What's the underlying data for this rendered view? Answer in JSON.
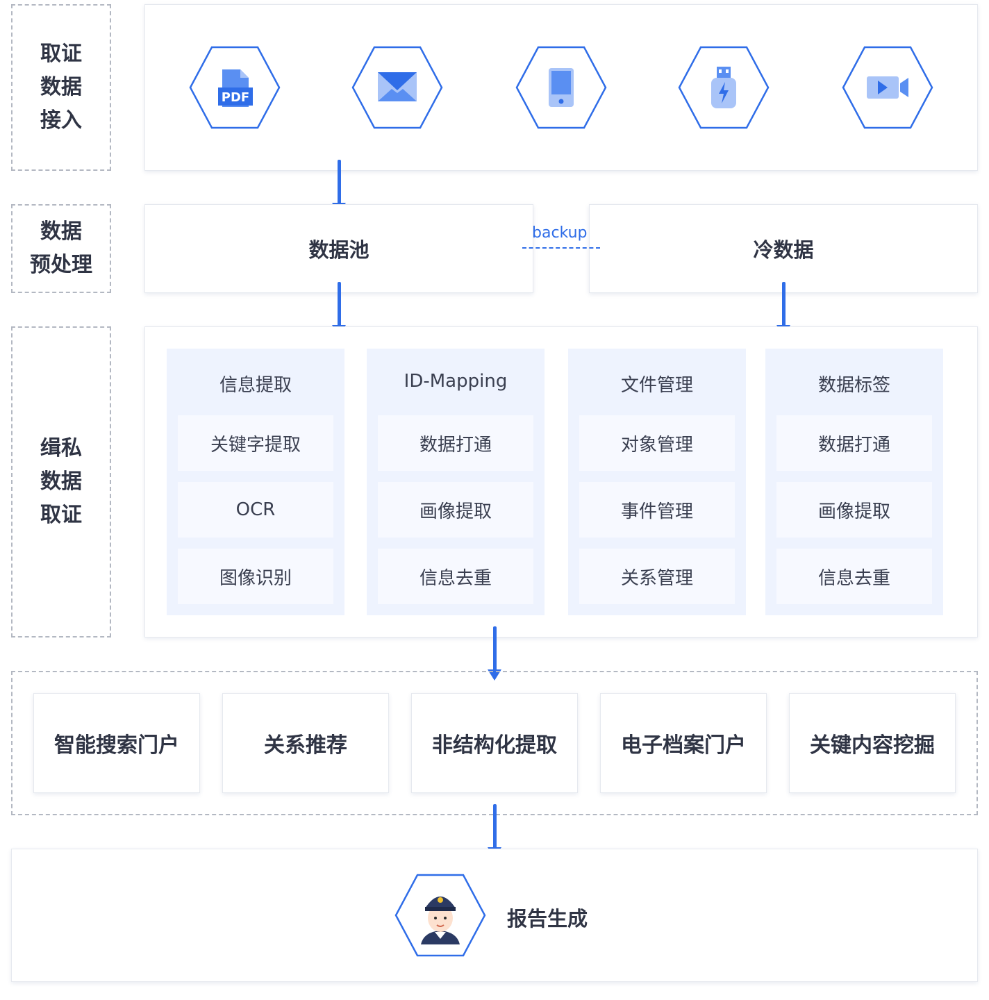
{
  "stages": {
    "ingest": "取证\n数据\n接入",
    "preprocess": "数据\n预处理",
    "forensics": "缉私\n数据\n取证"
  },
  "sources": {
    "pdf_label": "PDF",
    "icons": [
      "pdf-file-icon",
      "mail-icon",
      "phone-icon",
      "usb-drive-icon",
      "video-camera-icon"
    ]
  },
  "pool": {
    "data_pool": "数据池",
    "backup": "backup",
    "cold_data": "冷数据"
  },
  "modules": [
    {
      "title": "信息提取",
      "items": [
        "关键字提取",
        "OCR",
        "图像识别"
      ]
    },
    {
      "title": "ID-Mapping",
      "items": [
        "数据打通",
        "画像提取",
        "信息去重"
      ]
    },
    {
      "title": "文件管理",
      "items": [
        "对象管理",
        "事件管理",
        "关系管理"
      ]
    },
    {
      "title": "数据标签",
      "items": [
        "数据打通",
        "画像提取",
        "信息去重"
      ]
    }
  ],
  "apps": [
    "智能搜索门户",
    "关系推荐",
    "非结构化提取",
    "电子档案门户",
    "关键内容挖掘"
  ],
  "report": {
    "label": "报告生成",
    "icon": "officer-avatar-icon"
  },
  "colors": {
    "accent": "#2f6de8",
    "panel_tint": "#eef3fe"
  }
}
